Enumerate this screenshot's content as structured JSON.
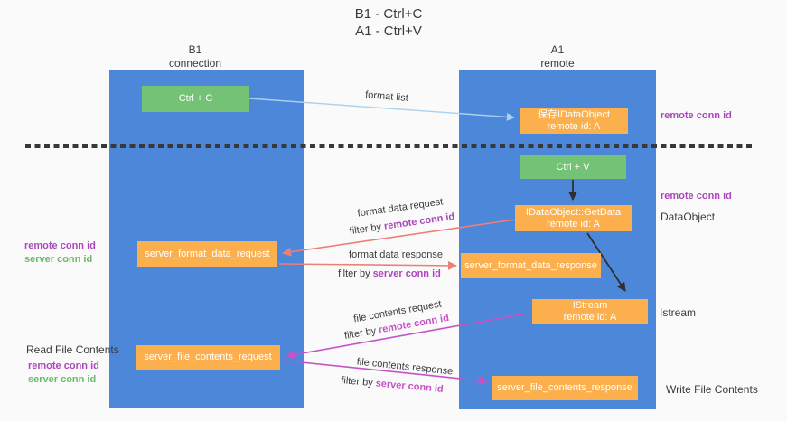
{
  "title": {
    "line1": "B1 - Ctrl+C",
    "line2": "A1 - Ctrl+V"
  },
  "lanes": {
    "left": {
      "header_line1": "B1",
      "header_line2": "connection"
    },
    "right": {
      "header_line1": "A1",
      "header_line2": "remote"
    }
  },
  "nodes": {
    "ctrl_c": "Ctrl + C",
    "ctrl_v": "Ctrl + V",
    "save_idataobject": {
      "line1": "保存IDataObject",
      "line2": "remote id: A"
    },
    "getdata": {
      "line1": "IDataObject::GetData",
      "line2": "remote id: A"
    },
    "istream": {
      "line1": "IStream",
      "line2": "remote id: A"
    },
    "server_format_data_request": "server_format_data_request",
    "server_format_data_response": "server_format_data_response",
    "server_file_contents_request": "server_file_contents_request",
    "server_file_contents_response": "server_file_contents_response"
  },
  "arrow_labels": {
    "format_list": "format list",
    "format_data_request": "format data request",
    "format_data_response": "format data response",
    "file_contents_request": "file contents request",
    "file_contents_response": "file contents response",
    "filter_by": "filter by ",
    "remote_conn_id": "remote conn id",
    "server_conn_id": "server conn id"
  },
  "side_labels": {
    "left": {
      "remote_conn_id": "remote conn id",
      "server_conn_id": "server conn id",
      "read_file_contents": "Read File Contents"
    },
    "right": {
      "remote_conn_id_top": "remote conn id",
      "remote_conn_id_mid": "remote conn id",
      "dataobject": "DataObject",
      "istream": "Istream",
      "write_file_contents": "Write File Contents"
    }
  },
  "colors": {
    "bg": "#fafafa",
    "lane_blue": "#4d87da",
    "node_orange": "#fbb04d",
    "node_green": "#74c276",
    "arrow_salmon": "#ec7f76",
    "arrow_magenta": "#c653c6",
    "arrow_lightblue": "#a8d2ee",
    "arrow_black": "#2f2f2f",
    "label_purple": "#ab47bc",
    "label_green": "#66bb6a",
    "dash_color": "#383838",
    "text_dark": "#3b3b3b"
  }
}
